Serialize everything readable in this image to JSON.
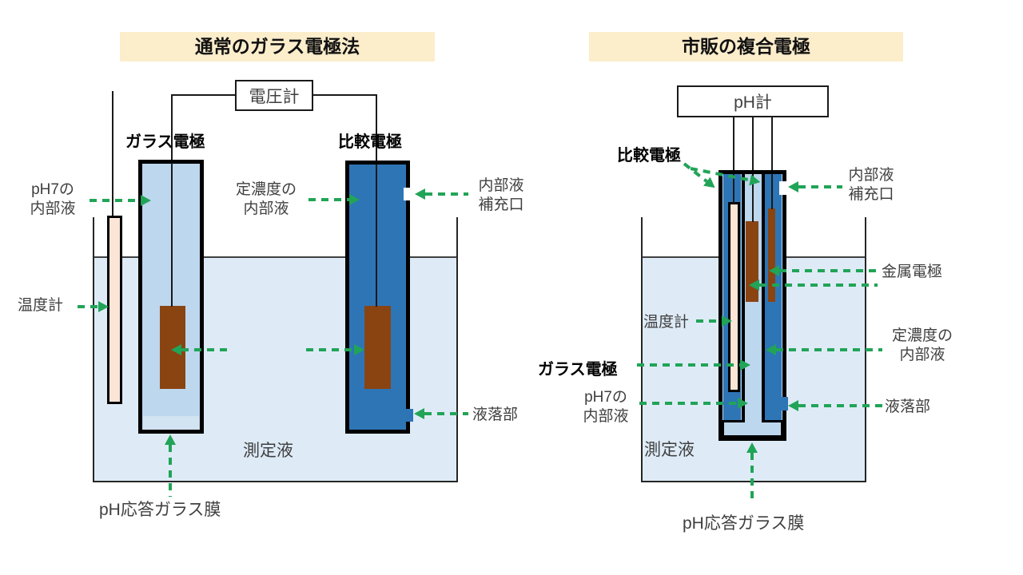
{
  "colors": {
    "accent_green": "#21A457",
    "light_blue": "#BDD7EE",
    "dark_blue": "#2E75B6",
    "water_blue": "#DEEBF7",
    "electrode_brown": "#8A4412",
    "thermometer_beige": "#FBE5D6",
    "title_bg": "#FCEDCB"
  },
  "left_panel": {
    "title": "通常のガラス電極法",
    "meter_label": "電圧計",
    "glass_electrode_label": "ガラス電極",
    "reference_electrode_label": "比較電極",
    "ph7_solution_line1": "pH7の",
    "ph7_solution_line2": "内部液",
    "thermometer_label": "温度計",
    "const_solution_line1": "定濃度の",
    "const_solution_line2": "内部液",
    "refill_port_line1": "内部液",
    "refill_port_line2": "補充口",
    "liquid_junction_label": "液落部",
    "sample_solution_label": "測定液",
    "glass_membrane_label": "pH応答ガラス膜"
  },
  "right_panel": {
    "title": "市販の複合電極",
    "meter_label": "pH計",
    "reference_electrode_label": "比較電極",
    "glass_electrode_label": "ガラス電極",
    "refill_port_line1": "内部液",
    "refill_port_line2": "補充口",
    "metal_electrode_label": "金属電極",
    "const_solution_line1": "定濃度の",
    "const_solution_line2": "内部液",
    "liquid_junction_label": "液落部",
    "thermometer_label": "温度計",
    "ph7_solution_line1": "pH7の",
    "ph7_solution_line2": "内部液",
    "sample_solution_label": "測定液",
    "glass_membrane_label": "pH応答ガラス膜"
  }
}
